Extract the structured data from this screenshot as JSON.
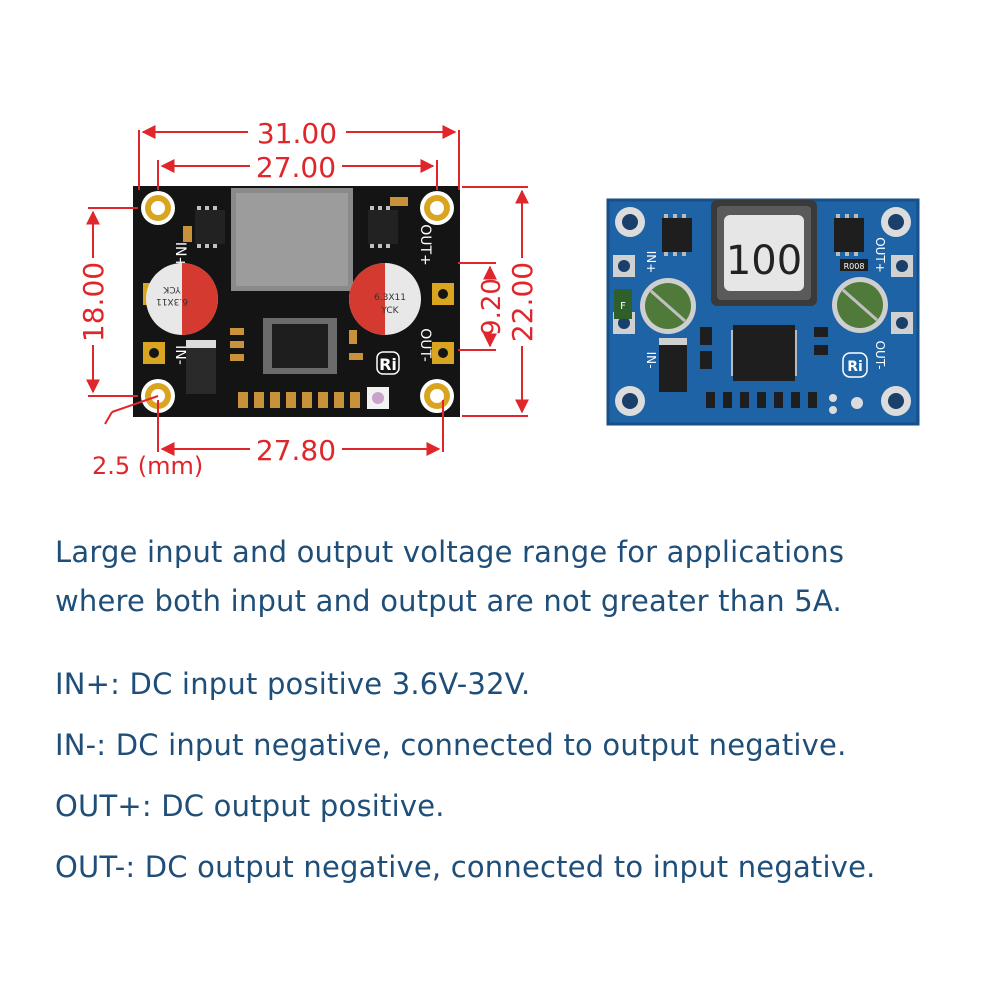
{
  "dimensions": {
    "width_outer": "31.00",
    "width_holes": "27.00",
    "height_holes": "18.00",
    "height_outer": "22.00",
    "pin_pitch": "9.20",
    "bottom_width": "27.80",
    "hole_offset": "2.5 (mm)"
  },
  "drawing_labels": {
    "in_plus": "IN+",
    "in_minus": "IN-",
    "out_plus": "OUT+",
    "out_minus": "OUT-",
    "cap_left": "6.3X11",
    "cap_left_brand": "YCK",
    "cap_right": "6.3X11",
    "cap_right_brand": "YCK",
    "logo": "Ri"
  },
  "photo_labels": {
    "inductor": "100",
    "resistor": "R008",
    "in_plus": "IN+",
    "in_minus": "IN-",
    "out_plus": "OUT+",
    "out_minus": "OUT-",
    "logo": "Ri",
    "cap_mark": "F"
  },
  "description": {
    "intro": [
      "Large input and output voltage range for applications",
      "where both input and output are not greater than 5A."
    ],
    "pins": [
      "IN+: DC input positive 3.6V-32V.",
      "IN-: DC input negative, connected to output negative.",
      "OUT+: DC output positive.",
      "OUT-: DC output negative, connected to input negative."
    ]
  },
  "colors": {
    "dimension": "#e0262b",
    "text": "#1f4e79",
    "board_black": "#141414",
    "board_blue": "#1d63a6",
    "pad_gold": "#d9a520"
  }
}
